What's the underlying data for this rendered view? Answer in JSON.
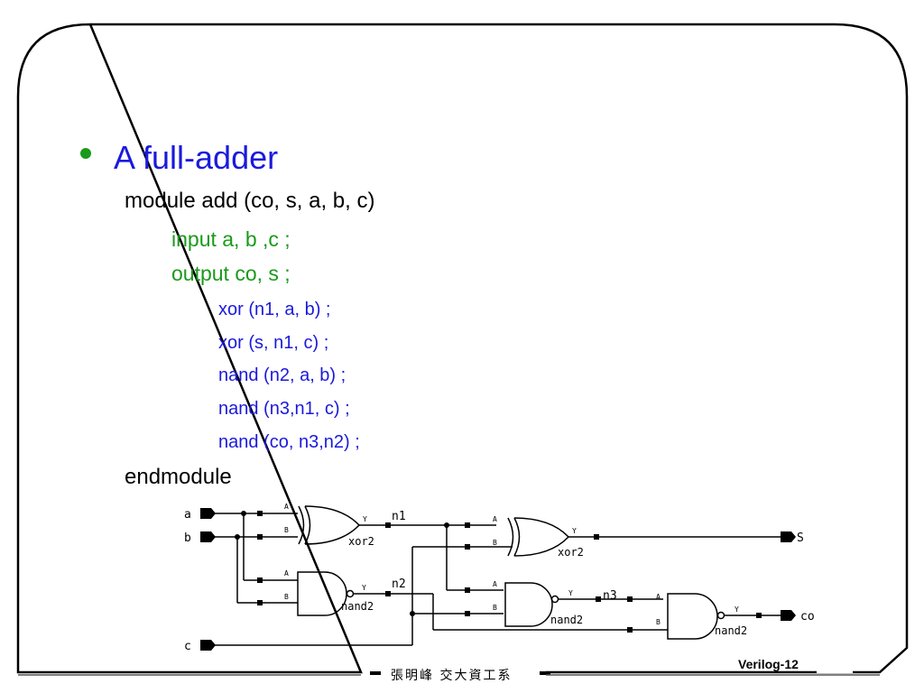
{
  "slide": {
    "bullet": "A full-adder",
    "module_line": "module add (co, s, a, b, c)",
    "input_line": "input a, b ,c ;",
    "output_line": "output co, s ;",
    "gate_lines": [
      "xor (n1, a, b) ;",
      "xor (s, n1, c) ;",
      "nand (n2, a, b) ;",
      "nand (n3,n1, c) ;",
      "nand (co, n3,n2) ;"
    ],
    "endmodule": "endmodule",
    "colors": {
      "blue_text": "#1a1adc",
      "green_text": "#1a9a1a",
      "frame": "#000000"
    }
  },
  "schematic": {
    "ports": {
      "a": "a",
      "b": "b",
      "c": "c",
      "s": "S",
      "co": "co"
    },
    "pins": {
      "A": "A",
      "B": "B",
      "Y": "Y"
    },
    "gates": {
      "xor1": "xor2",
      "xor2": "xor2",
      "nand1": "nand2",
      "nand2": "nand2",
      "nand3": "nand2"
    },
    "nets": {
      "n1": "n1",
      "n2": "n2",
      "n3": "n3"
    }
  },
  "footer": {
    "text": "張明峰 交大資工系",
    "slide_label": "Verilog-12"
  }
}
